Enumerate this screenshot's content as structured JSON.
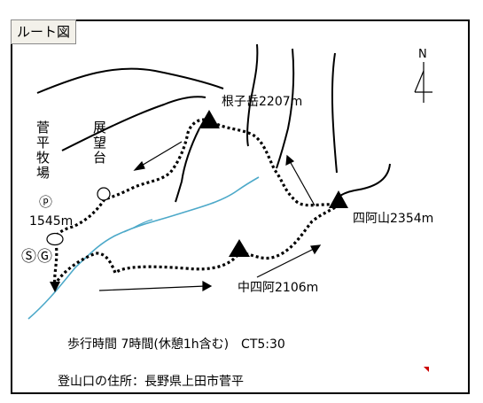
{
  "title": "ルート図",
  "labels": {
    "nekodake": "根子岳2207m",
    "shiazumasan": "四阿山2354m",
    "nakashiazuma": "中四阿2106m",
    "tenbodai": "展望台",
    "sugadaira": "菅平牧場",
    "parking": "ⓟ",
    "elevation": "1545m",
    "start_goal": "ⓈⒼ",
    "north": "N"
  },
  "footer": {
    "time": "歩行時間 7時間(休憩1h含む)　CT5:30",
    "address": "登山口の住所：長野県上田市菅平"
  },
  "colors": {
    "river": "#4da9c9",
    "route": "#000000",
    "corner_mark": "#cc0000"
  }
}
